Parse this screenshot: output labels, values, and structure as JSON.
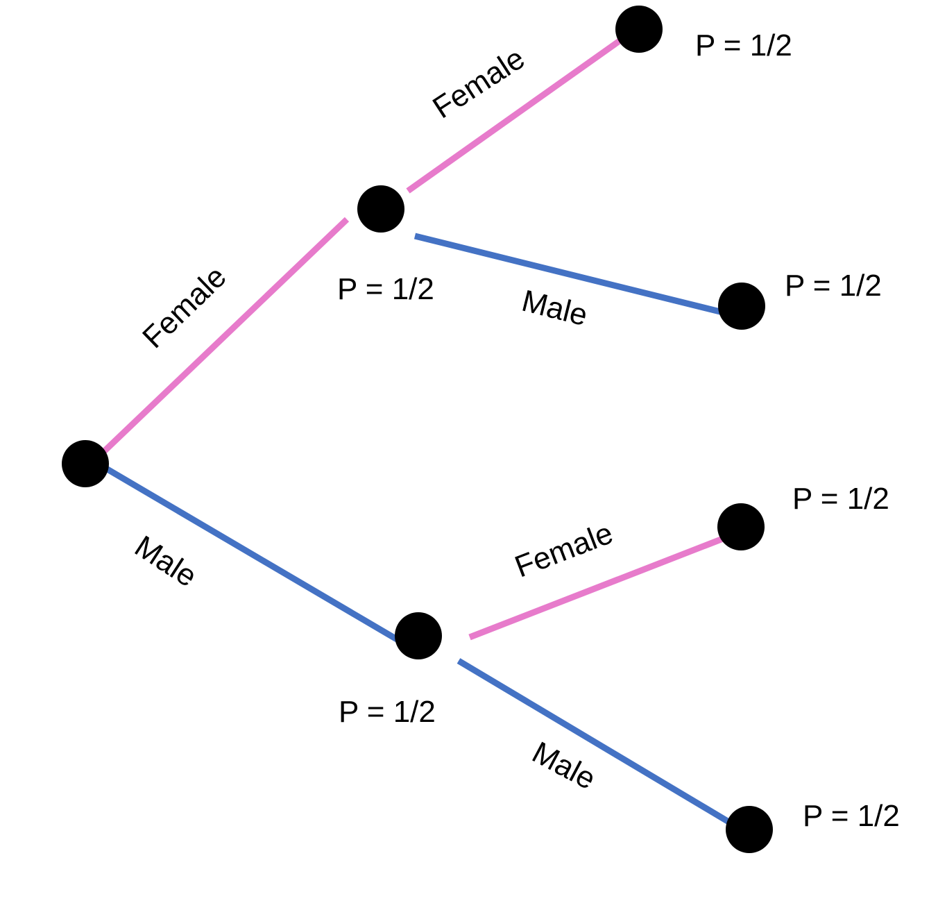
{
  "colors": {
    "female": "#E77BCB",
    "male": "#4472C4",
    "node": "#000000"
  },
  "edges": {
    "root_female": {
      "label": "Female",
      "type": "female"
    },
    "root_male": {
      "label": "Male",
      "type": "male"
    },
    "f_female": {
      "label": "Female",
      "type": "female"
    },
    "f_male": {
      "label": "Male",
      "type": "male"
    },
    "m_female": {
      "label": "Female",
      "type": "female"
    },
    "m_male": {
      "label": "Male",
      "type": "male"
    }
  },
  "probabilities": {
    "node_f": "P = 1/2",
    "node_m": "P = 1/2",
    "leaf_ff": "P = 1/2",
    "leaf_fm": "P = 1/2",
    "leaf_mf": "P = 1/2",
    "leaf_mm": "P = 1/2"
  }
}
